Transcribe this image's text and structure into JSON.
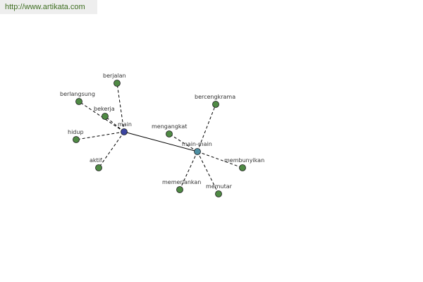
{
  "banner": {
    "url": "http://www.artikata.com"
  },
  "graph": {
    "colors": {
      "leaf_node": "#4f8a44",
      "root_main": "#3b44a1",
      "root_mainmain": "#4e8fa3",
      "edge": "#000000",
      "node_outline": "#1a1a1a"
    },
    "nodes": {
      "main": {
        "label": "main"
      },
      "main-main": {
        "label": "main-main"
      },
      "berjalan": {
        "label": "berjalan"
      },
      "berlangsung": {
        "label": "berlangsung"
      },
      "bekerja": {
        "label": "bekerja"
      },
      "hidup": {
        "label": "hidup"
      },
      "aktif": {
        "label": "aktif"
      },
      "mengangkat": {
        "label": "mengangkat"
      },
      "bercengkrama": {
        "label": "bercengkrama"
      },
      "membunyikan": {
        "label": "membunyikan"
      },
      "memeriankan": {
        "label": "memeriankan"
      },
      "memutar": {
        "label": "memutar"
      }
    }
  }
}
